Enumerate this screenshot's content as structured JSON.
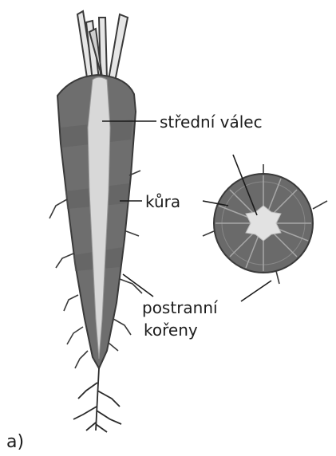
{
  "labels": {
    "stele": "střední válec",
    "cortex": "kůra",
    "lateral_roots_line1": "postranní",
    "lateral_roots_line2": "kořeny",
    "panel": "a)"
  },
  "icons": {
    "root_longitudinal": "carrot-root-longitudinal-section-icon",
    "root_cross_section": "carrot-root-cross-section-icon"
  },
  "colors": {
    "cortex": "#6e6e6e",
    "stele": "#d8d8d8",
    "outline": "#3a3a3a",
    "text": "#1c1c1c"
  }
}
